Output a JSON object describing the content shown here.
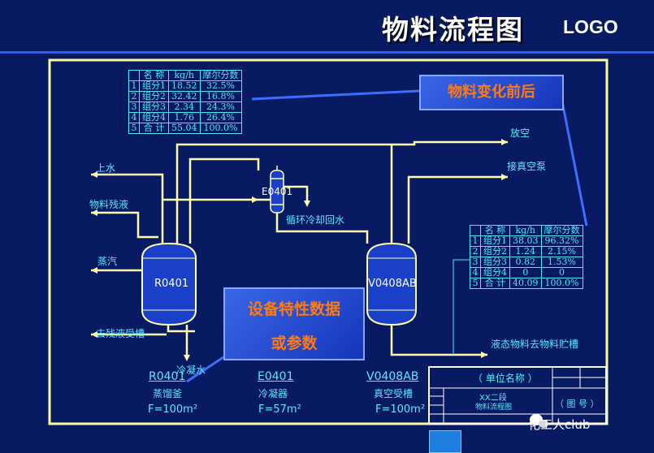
{
  "header": {
    "title": "物料流程图",
    "logo": "LOGO"
  },
  "callouts": {
    "before_after": "物料变化前后",
    "equipment_line1": "设备特性数据",
    "equipment_line2": "或参数"
  },
  "table_top": {
    "headers": [
      "名 称",
      "kg/h",
      "摩尔分数"
    ],
    "rows": [
      [
        "1",
        "组分1",
        "18.52",
        "32.5%"
      ],
      [
        "2",
        "组分2",
        "32.42",
        "16.8%"
      ],
      [
        "3",
        "组分3",
        "2.34",
        "24.3%"
      ],
      [
        "4",
        "组分4",
        "1.76",
        "26.4%"
      ],
      [
        "5",
        "合 计",
        "55.04",
        "100.0%"
      ]
    ]
  },
  "table_right": {
    "headers": [
      "名 称",
      "kg/h",
      "摩尔分数"
    ],
    "rows": [
      [
        "1",
        "组分1",
        "38.03",
        "96.32%"
      ],
      [
        "2",
        "组分2",
        "1.24",
        "2.15%"
      ],
      [
        "3",
        "组分3",
        "0.82",
        "1.53%"
      ],
      [
        "4",
        "组分4",
        "0",
        "0"
      ],
      [
        "5",
        "合 计",
        "40.09",
        "100.0%"
      ]
    ]
  },
  "streams": {
    "water_in": "上水",
    "residue": "物料残液",
    "steam": "蒸汽",
    "to_residue_tank": "去残液受槽",
    "condensate": "冷凝水",
    "cooling_return": "循环冷却回水",
    "vent": "放空",
    "vacuum_pump": "接真空泵",
    "liquid_to_tank": "液态物料去物料贮槽"
  },
  "vessels": {
    "r0401": "R0401",
    "e0401": "E0401",
    "v0408": "V0408AB"
  },
  "equipment_list": [
    {
      "tag": "R0401",
      "desc": "蒸馏釜",
      "area": "F=100m²"
    },
    {
      "tag": "E0401",
      "desc": "冷凝器",
      "area": "F=57m²"
    },
    {
      "tag": "V0408AB",
      "desc": "真空受槽",
      "area": "F=100m²"
    }
  ],
  "title_block": {
    "unit": "（ 单位名称 ）",
    "project": "XX二段",
    "drawing": "物料流程图",
    "number": "（ 图 号 ）"
  },
  "watermark": "化工人club",
  "colors": {
    "background": "#081b62",
    "frame": "#ffff99",
    "accent": "#ff7a10",
    "line_cyan": "#4fe4ff"
  }
}
